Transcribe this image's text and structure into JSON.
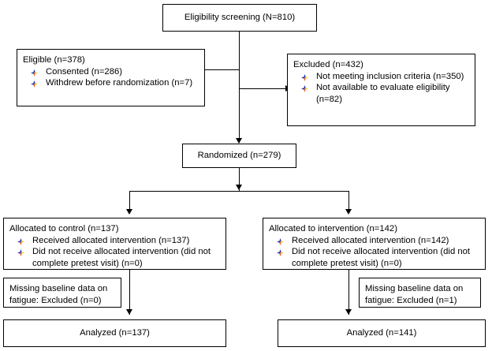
{
  "diagram": {
    "type": "consort-flow-diagram",
    "bullet_icon": "pinwheel-bullet-icon",
    "colors": {
      "line": "#000000",
      "box_border": "#000000",
      "background": "#ffffff",
      "text": "#000000",
      "bullet_blue": "#2030b0",
      "bullet_yellow": "#f5c518",
      "bullet_red": "#e03c2a",
      "bullet_orange": "#f07820"
    }
  },
  "nodes": {
    "screening": {
      "label": "Eligibility screening (N=810)"
    },
    "eligible": {
      "header": "Eligible (n=378)",
      "items": [
        "Consented (n=286)",
        "Withdrew before randomization (n=7)"
      ]
    },
    "excluded": {
      "header": "Excluded (n=432)",
      "items": [
        "Not meeting inclusion criteria (n=350)",
        "Not available to evaluate eligibility (n=82)"
      ]
    },
    "randomized": {
      "label": "Randomized (n=279)"
    },
    "allocated_control": {
      "header": "Allocated to control (n=137)",
      "items": [
        "Received allocated intervention (n=137)",
        "Did not receive allocated intervention (did not complete pretest visit) (n=0)"
      ]
    },
    "allocated_intervention": {
      "header": "Allocated to intervention (n=142)",
      "items": [
        "Received allocated intervention (n=142)",
        "Did not receive allocated intervention (did not complete pretest visit) (n=0)"
      ]
    },
    "missing_control": {
      "label": "Missing baseline data on fatigue: Excluded (n=0)"
    },
    "missing_intervention": {
      "label": "Missing baseline data on fatigue: Excluded (n=1)"
    },
    "analyzed_control": {
      "label": "Analyzed (n=137)"
    },
    "analyzed_intervention": {
      "label": "Analyzed (n=141)"
    }
  }
}
